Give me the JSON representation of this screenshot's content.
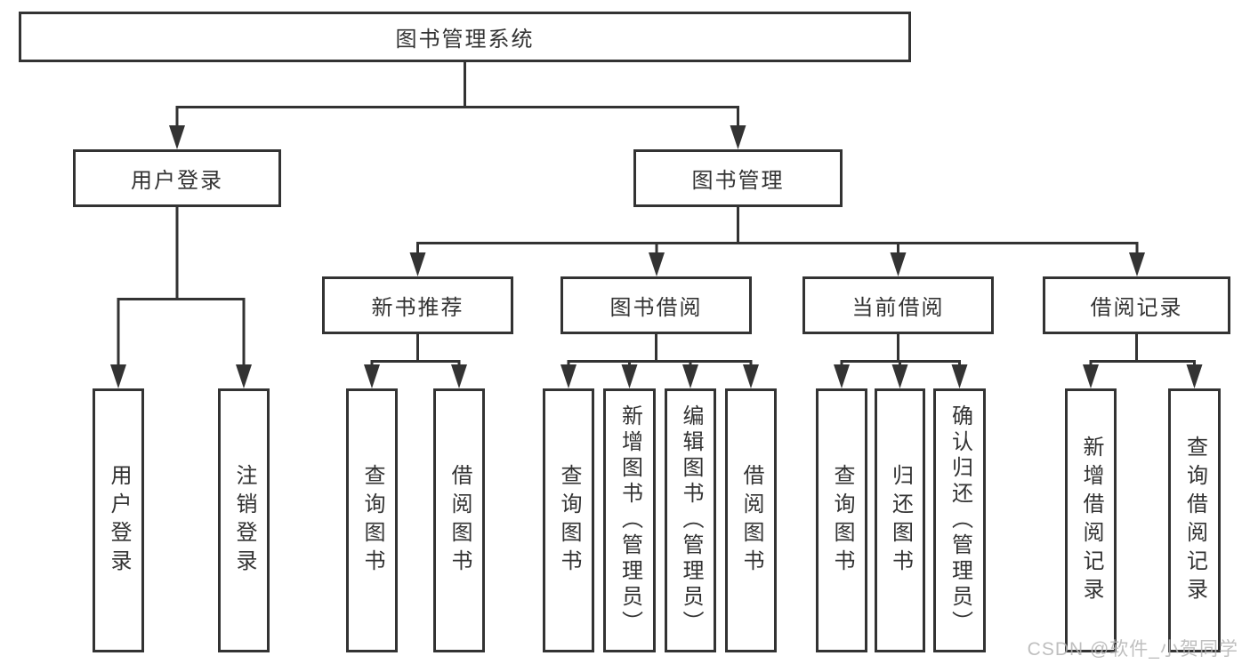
{
  "diagram_type": "hierarchy-flowchart",
  "colors": {
    "line": "#333333",
    "text": "#333333",
    "background": "#ffffff",
    "watermark": "#b4b4b4"
  },
  "tree": {
    "label": "图书管理系统",
    "children": [
      {
        "label": "用户登录",
        "children": [
          {
            "label": "用户登录"
          },
          {
            "label": "注销登录"
          }
        ]
      },
      {
        "label": "图书管理",
        "children": [
          {
            "label": "新书推荐",
            "children": [
              {
                "label": "查询图书"
              },
              {
                "label": "借阅图书"
              }
            ]
          },
          {
            "label": "图书借阅",
            "children": [
              {
                "label": "查询图书"
              },
              {
                "label": "新增图书（管理员）"
              },
              {
                "label": "编辑图书（管理员）"
              },
              {
                "label": "借阅图书"
              }
            ]
          },
          {
            "label": "当前借阅",
            "children": [
              {
                "label": "查询图书"
              },
              {
                "label": "归还图书"
              },
              {
                "label": "确认归还（管理员）"
              }
            ]
          },
          {
            "label": "借阅记录",
            "children": [
              {
                "label": "新增借阅记录"
              },
              {
                "label": "查询借阅记录"
              }
            ]
          }
        ]
      }
    ]
  },
  "watermark": {
    "text": "CSDN @软件_小贺同学"
  }
}
